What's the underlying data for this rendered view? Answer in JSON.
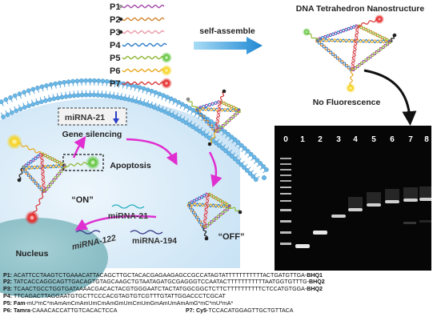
{
  "strands": [
    {
      "label": "P1",
      "color": "#a24aa8",
      "end": "dot",
      "end_color": "#9a9a9a"
    },
    {
      "label": "P2",
      "color": "#d5842f",
      "end": "dot",
      "end_color": "#222222"
    },
    {
      "label": "P3",
      "color": "#e79aa8",
      "end": "dot",
      "end_color": "#222222"
    },
    {
      "label": "P4",
      "color": "#2f7dc8",
      "end": "none"
    },
    {
      "label": "P5",
      "color": "#8fb734",
      "end": "glow",
      "end_color": "#62c63a"
    },
    {
      "label": "P6",
      "color": "#e8a81c",
      "end": "glow",
      "end_color": "#f2d21a"
    },
    {
      "label": "P7",
      "color": "#d83a3a",
      "end": "glow",
      "end_color": "#e82020"
    }
  ],
  "labels": {
    "self_assemble": "self-assemble",
    "title": "DNA Tetrahedron Nanostructure",
    "no_fluorescence": "No Fluorescence",
    "mirna21_box": "miRNA-21",
    "gene_silencing": "Gene silencing",
    "apoptosis": "Apoptosis",
    "on": "“ON”",
    "off": "“OFF”",
    "nucleus": "Nucleus",
    "mirna21": "miRNA-21",
    "mirna122": "miRNA-122",
    "mirna194": "miRNA-194"
  },
  "gel": {
    "lanes": [
      "0",
      "1",
      "2",
      "3",
      "4",
      "5",
      "6",
      "7",
      "8"
    ]
  },
  "sequences": [
    {
      "label": "P1:",
      "seq": "ACATTCCTAAGTCTGAAACATTACAGCTTGCTACACGAGAAGAGCCGCCATAGTATTTTTTTTTTTACTGATGTTGA-",
      "tag": "BHQ1"
    },
    {
      "label": "P2:",
      "seq": "TATCACCAGGCAGTTGACAGTGTAGCAAGCTGTAATAGATGCGAGGGTCCAATACTTTTTTTTTTTAATGGTGTTTG-",
      "tag": "BHQ2"
    },
    {
      "label": "P3:",
      "seq": "TCAACTGCCTGGTGATAAAACGACACTACGTGGGAATCTACTATGGCGGCTCTTCTTTTTTTTTTCTCCATGTGGA-",
      "tag": "BHQ2"
    },
    {
      "label": "P4:",
      "seq": "TTCAGACTTAGGAATGTGCTTCCCACGTAGTGTCGTTTGTATTGGACCCTCGCAT",
      "tag": ""
    },
    {
      "label": "P5:",
      "pre": "Fam",
      "seq": "-mU*mC*mAmAmCmAmUmCmAmGmUmCmUmGmAmUmAmAmG*mC*mU*mA*",
      "tag": ""
    },
    {
      "label": "P6:",
      "pre": "Tamra",
      "seq": "-CAAACACCATTGTCACACTCCA",
      "tag": ""
    },
    {
      "label": "P7:",
      "pre": "Cy5",
      "seq": "-TCCACATGGAGTTGCTGTTACA",
      "tag": ""
    }
  ]
}
